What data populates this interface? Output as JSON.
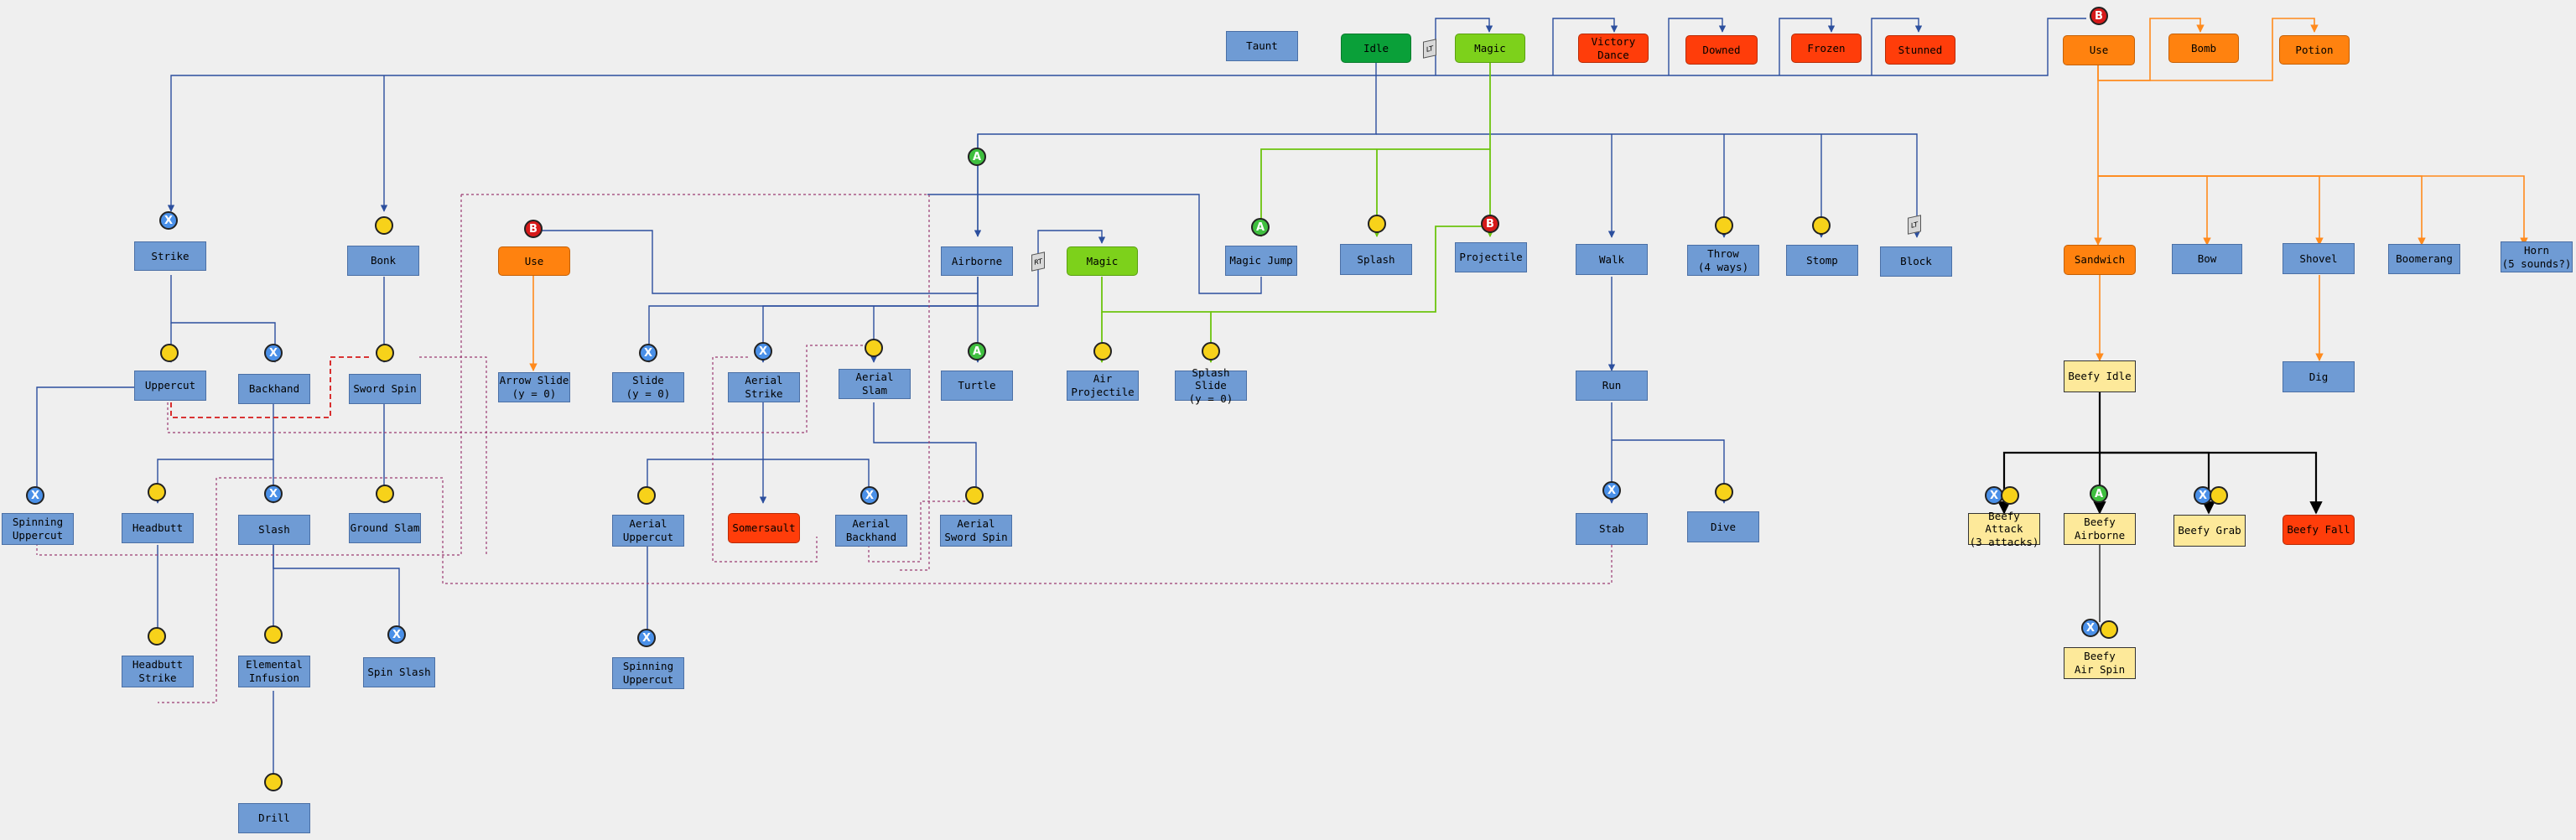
{
  "diagram": {
    "nodes": {
      "taunt": "Taunt",
      "idle": "Idle",
      "magic_top": "Magic",
      "victory": "Victory\nDance",
      "downed": "Downed",
      "frozen": "Frozen",
      "stunned": "Stunned",
      "use_top": "Use",
      "bomb": "Bomb",
      "potion": "Potion",
      "strike": "Strike",
      "bonk": "Bonk",
      "use_mid": "Use",
      "airborne": "Airborne",
      "magic_mid": "Magic",
      "magic_jump": "Magic Jump",
      "splash": "Splash",
      "projectile": "Projectile",
      "walk": "Walk",
      "throw": "Throw\n(4 ways)",
      "stomp": "Stomp",
      "block": "Block",
      "sandwich": "Sandwich",
      "bow": "Bow",
      "shovel": "Shovel",
      "boomerang": "Boomerang",
      "horn": "Horn\n(5 sounds?)",
      "uppercut": "Uppercut",
      "backhand": "Backhand",
      "sword_spin": "Sword Spin",
      "arrow_slide": "Arrow Slide\n(y = 0)",
      "slide": "Slide\n(y = 0)",
      "aerial_strike": "Aerial\nStrike",
      "aerial_slam": "Aerial\nSlam",
      "turtle": "Turtle",
      "air_projectile": "Air\nProjectile",
      "splash_slide": "Splash Slide\n(y = 0)",
      "run": "Run",
      "beefy_idle": "Beefy Idle",
      "dig": "Dig",
      "spinning_uppercut_l": "Spinning\nUppercut",
      "headbutt": "Headbutt",
      "slash": "Slash",
      "ground_slam": "Ground Slam",
      "aerial_uppercut": "Aerial\nUppercut",
      "somersault": "Somersault",
      "aerial_backhand": "Aerial\nBackhand",
      "aerial_sword_spin": "Aerial\nSword Spin",
      "stab": "Stab",
      "dive": "Dive",
      "beefy_attack": "Beefy Attack\n(3 attacks)",
      "beefy_airborne": "Beefy\nAirborne",
      "beefy_grab": "Beefy Grab",
      "beefy_fall": "Beefy Fall",
      "headbutt_strike": "Headbutt\nStrike",
      "elemental_infusion": "Elemental\nInfusion",
      "spin_slash": "Spin Slash",
      "spinning_uppercut_b": "Spinning\nUppercut",
      "beefy_air_spin": "Beefy\nAir Spin",
      "drill": "Drill"
    },
    "buttons": {
      "x": "X",
      "a": "A",
      "b": "B",
      "y": "",
      "rt": "RT",
      "lt": "LT"
    },
    "colors": {
      "blue_wire": "#2c4f9e",
      "green_wire": "#6cc40e",
      "orange_wire": "#ff8a1c",
      "black_wire": "#000000",
      "dashed_purple": "#9a3a72",
      "dashed_red": "#d61a1a"
    }
  }
}
